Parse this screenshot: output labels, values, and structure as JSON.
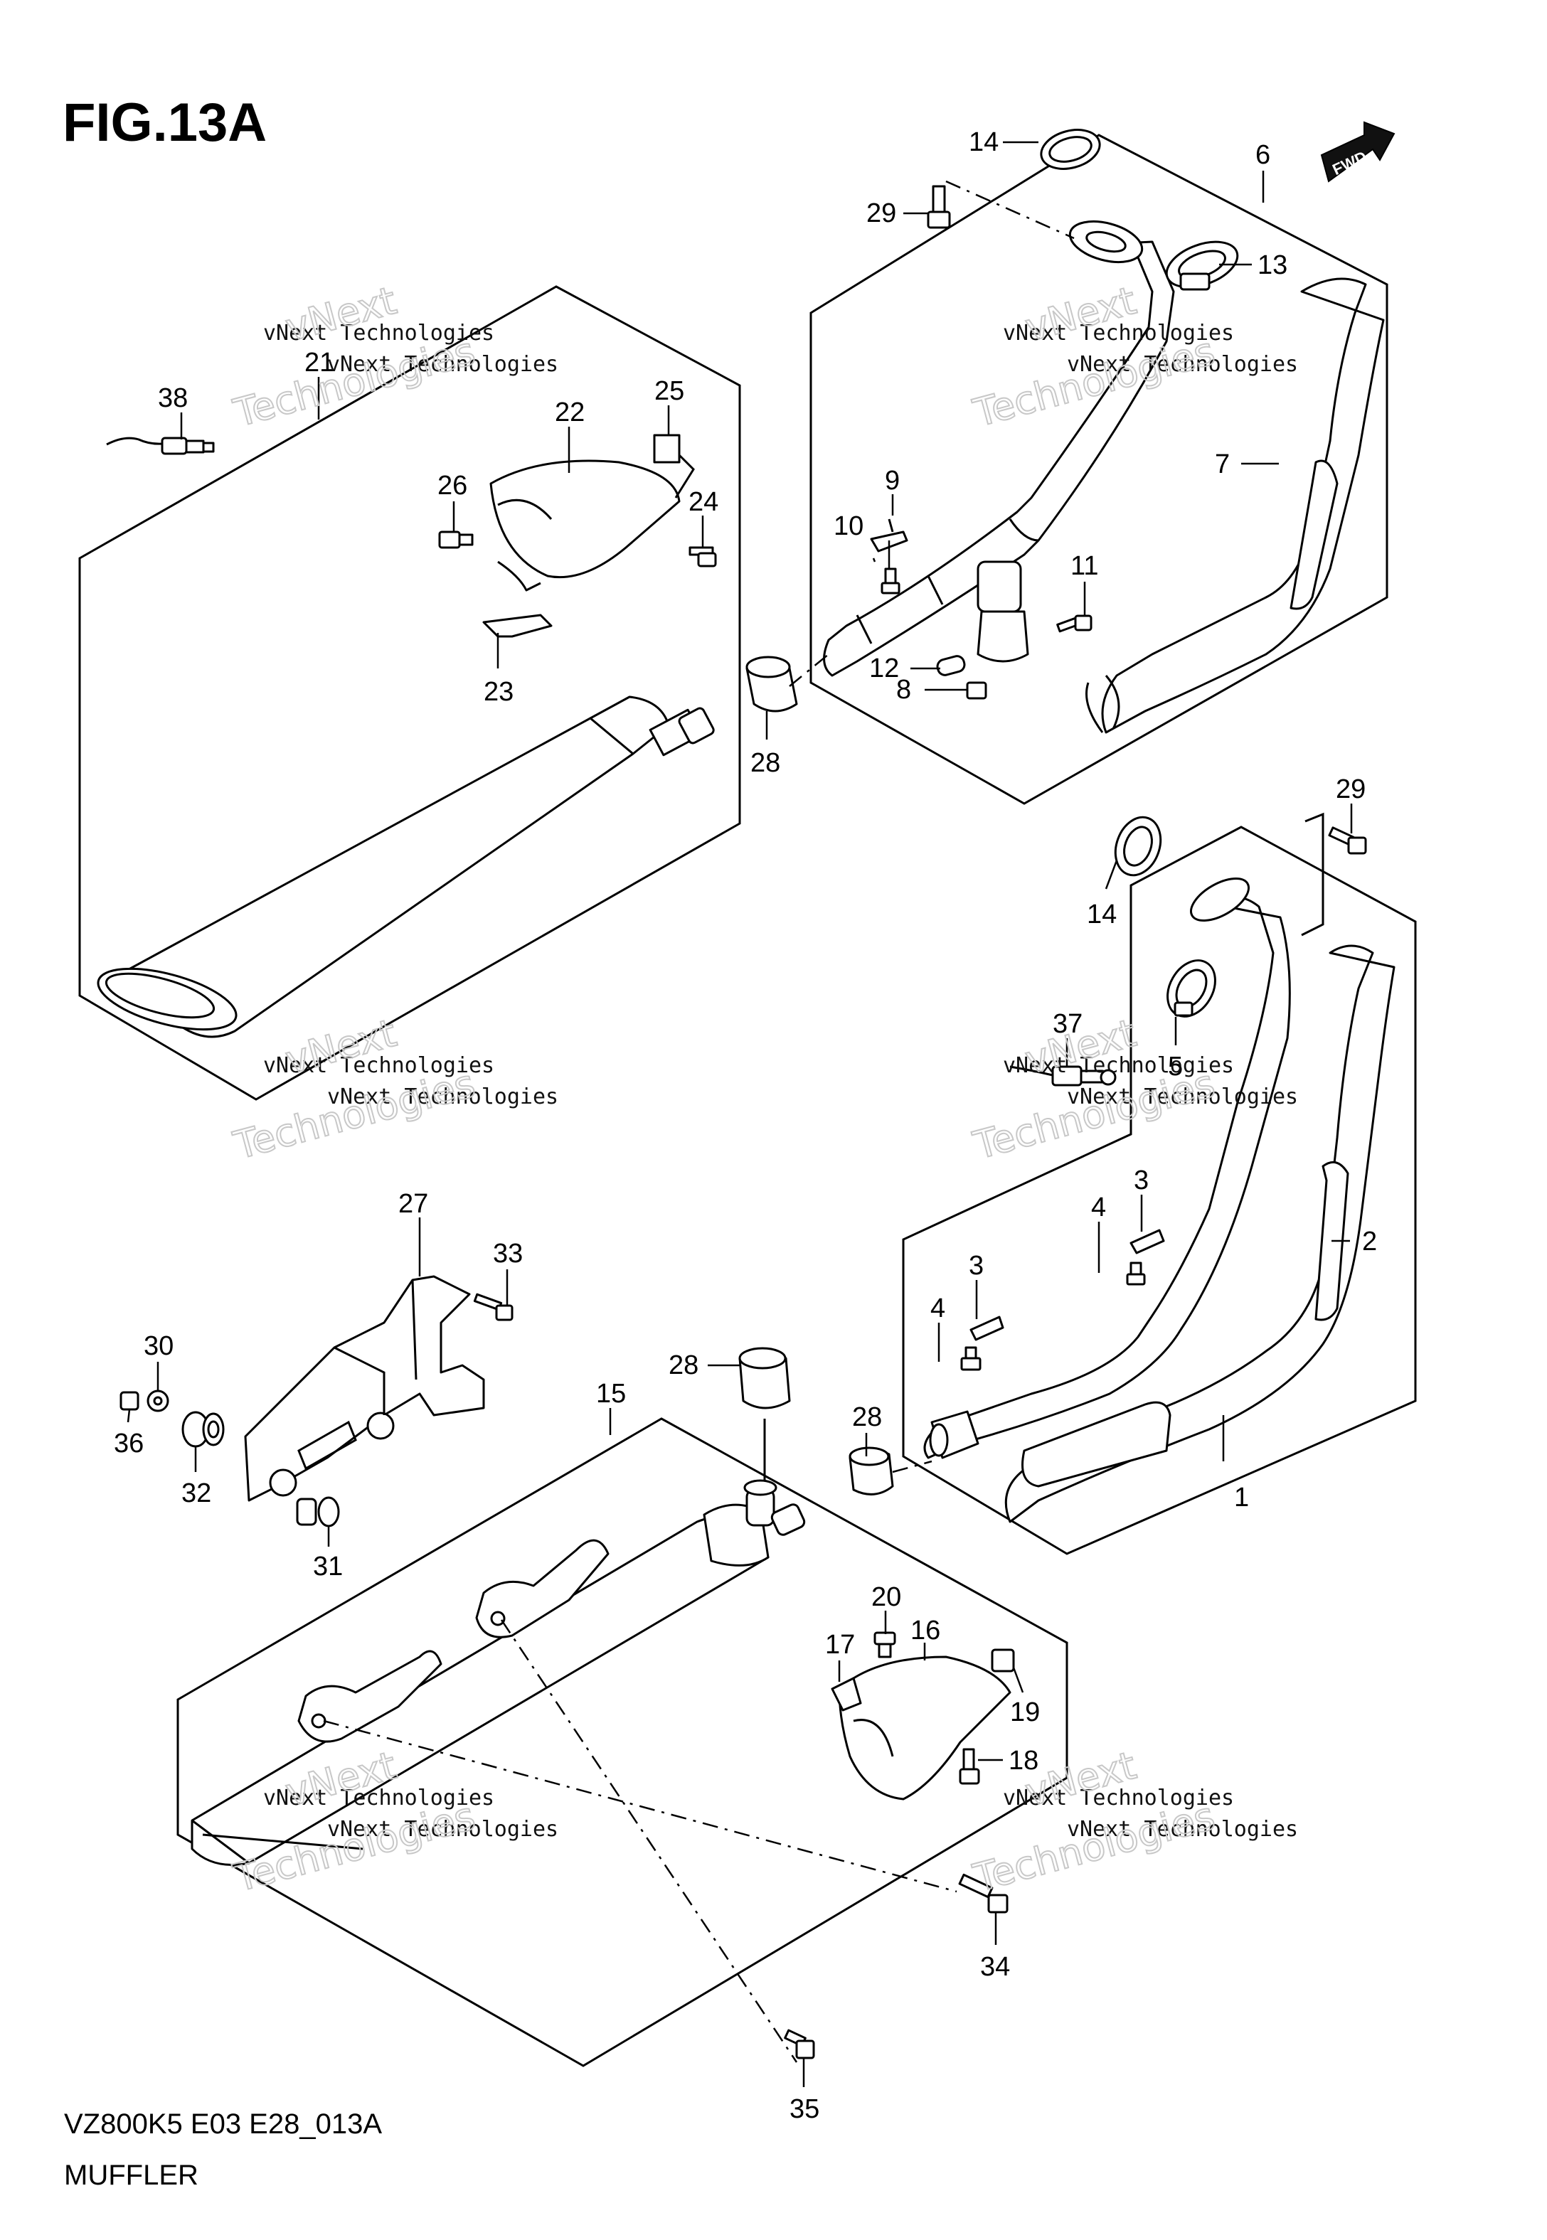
{
  "figure": {
    "title": "FIG.13A",
    "model_code": "VZ800K5 E03 E28_013A",
    "caption": "MUFFLER",
    "fwd_label": "FWD"
  },
  "watermark": {
    "company": "vNext Technologies",
    "big_line1": "vNext",
    "big_line2": "Technologies"
  },
  "callouts": [
    "1",
    "2",
    "3",
    "3",
    "4",
    "4",
    "5",
    "6",
    "7",
    "8",
    "9",
    "10",
    "11",
    "12",
    "13",
    "14",
    "14",
    "15",
    "16",
    "17",
    "18",
    "19",
    "20",
    "21",
    "22",
    "23",
    "24",
    "25",
    "26",
    "27",
    "28",
    "28",
    "28",
    "29",
    "29",
    "30",
    "31",
    "32",
    "33",
    "34",
    "35",
    "36",
    "37",
    "38"
  ]
}
